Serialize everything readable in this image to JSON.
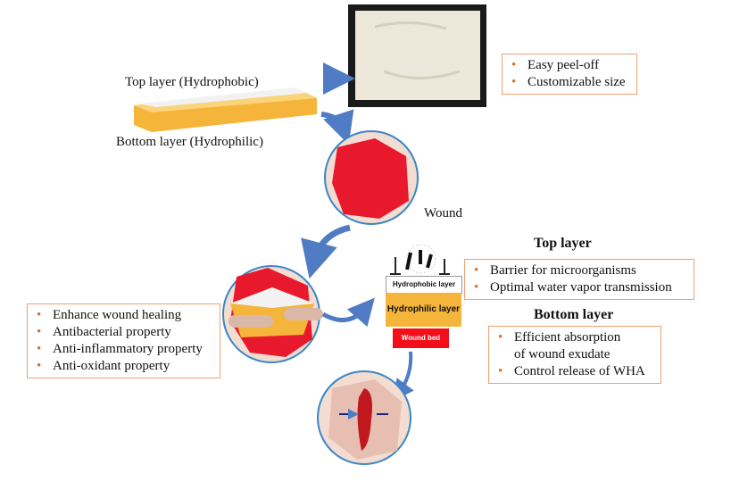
{
  "dressing": {
    "top_label": "Top layer (Hydrophobic)",
    "bottom_label": "Bottom layer (Hydrophilic)"
  },
  "photo_box": {
    "items": [
      "Easy peel-off",
      "Customizable size"
    ]
  },
  "wound_label": "Wound",
  "left_box": {
    "items": [
      "Enhance wound healing",
      "Antibacterial property",
      "Anti-inflammatory property",
      "Anti-oxidant property"
    ]
  },
  "layers": {
    "hydrophobic": "Hydrophobic layer",
    "hydrophilic": "Hydrophilic layer",
    "wound_bed": "Wound bed"
  },
  "top_layer": {
    "title": "Top layer",
    "items": [
      "Barrier for microorganisms",
      "Optimal water vapor transmission"
    ]
  },
  "bottom_layer": {
    "title": "Bottom layer",
    "items": [
      "Efficient absorption of wound exudate",
      "Control release of WHA"
    ]
  },
  "colors": {
    "arrow": "#4f7cc4",
    "sponge": "#f5b43a",
    "wound": "#e8192c",
    "skin": "#f3ddd2",
    "box_border": "#f0a070"
  }
}
